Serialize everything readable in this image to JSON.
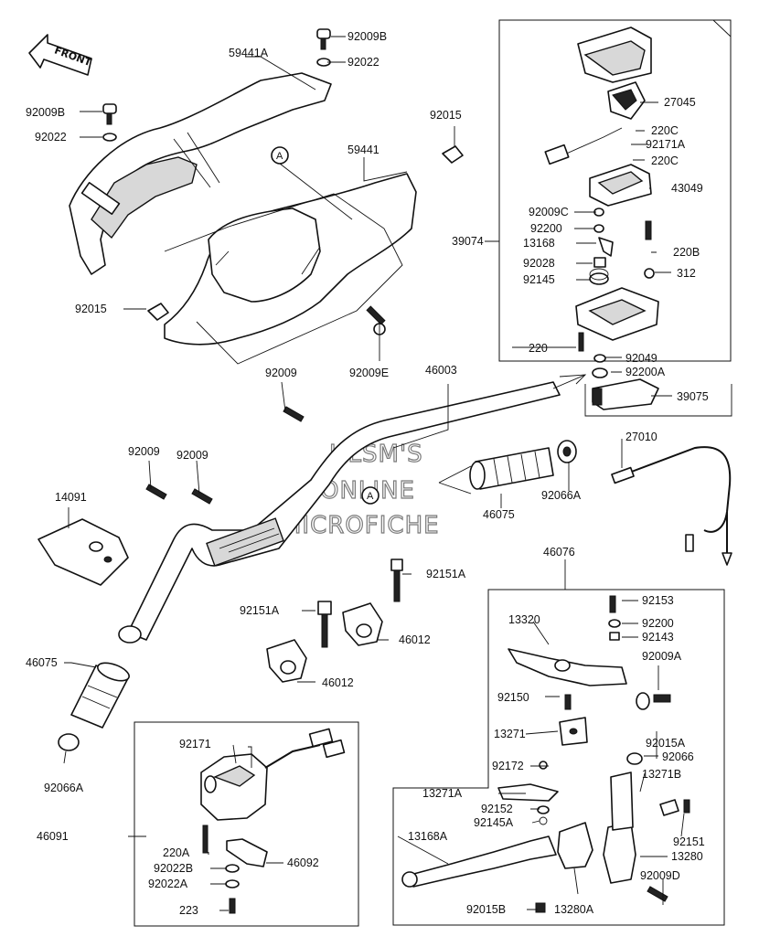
{
  "front_label": "FRONT",
  "watermark": [
    "HLSM'S",
    "ONLINE",
    "MICROFICHE"
  ],
  "circle_marker": "A",
  "labels": {
    "p92009B_top": "92009B",
    "p59441A": "59441A",
    "p92022_top": "92022",
    "p92009B_left": "92009B",
    "p92022_left": "92022",
    "p92015_upper": "92015",
    "p59441": "59441",
    "p92015_lower": "92015",
    "p92009E": "92009E",
    "p92009_mid": "92009",
    "p46003": "46003",
    "p92009_a": "92009",
    "p92009_b": "92009",
    "p14091": "14091",
    "p46075_right": "46075",
    "p92066A_right": "92066A",
    "p27010": "27010",
    "p46075_left": "46075",
    "p92066A_left": "92066A",
    "p92151A_top": "92151A",
    "p92151A_left": "92151A",
    "p46012_right": "46012",
    "p46012_left": "46012",
    "p27045": "27045",
    "p220C_a": "220C",
    "p92171A": "92171A",
    "p220C_b": "220C",
    "p43049": "43049",
    "p92009C": "92009C",
    "p92200": "92200",
    "p39074": "39074",
    "p13168": "13168",
    "p220B": "220B",
    "p92028": "92028",
    "p312": "312",
    "p92145": "92145",
    "p220": "220",
    "p92049": "92049",
    "p92200A": "92200A",
    "p39075": "39075",
    "p46076": "46076",
    "p92153": "92153",
    "p13320": "13320",
    "p92200_r": "92200",
    "p92143": "92143",
    "p92009A": "92009A",
    "p92150": "92150",
    "p13271": "13271",
    "p92015A": "92015A",
    "p92172": "92172",
    "p92066": "92066",
    "p13271B": "13271B",
    "p13271A": "13271A",
    "p92152": "92152",
    "p92145A": "92145A",
    "p92151": "92151",
    "p13168A": "13168A",
    "p13280": "13280",
    "p92009D": "92009D",
    "p92015B": "92015B",
    "p13280A": "13280A",
    "p92171": "92171",
    "p46091": "46091",
    "p220A": "220A",
    "p92022B": "92022B",
    "p46092": "46092",
    "p92022A": "92022A",
    "p223": "223"
  }
}
